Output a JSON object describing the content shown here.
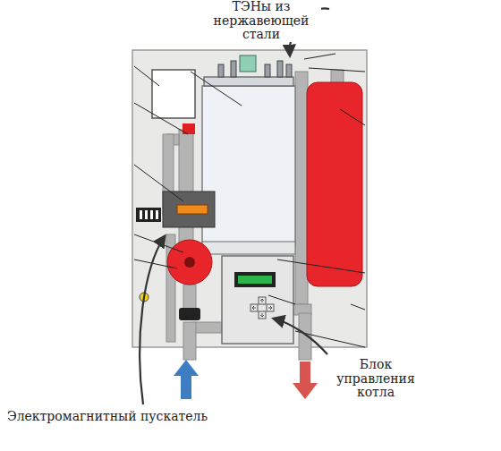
{
  "diagram": {
    "labels": [
      "ТЭНы из нержавеющей стали",
      "Блок управления котла",
      "Электромагнитный пускатель"
    ]
  }
}
